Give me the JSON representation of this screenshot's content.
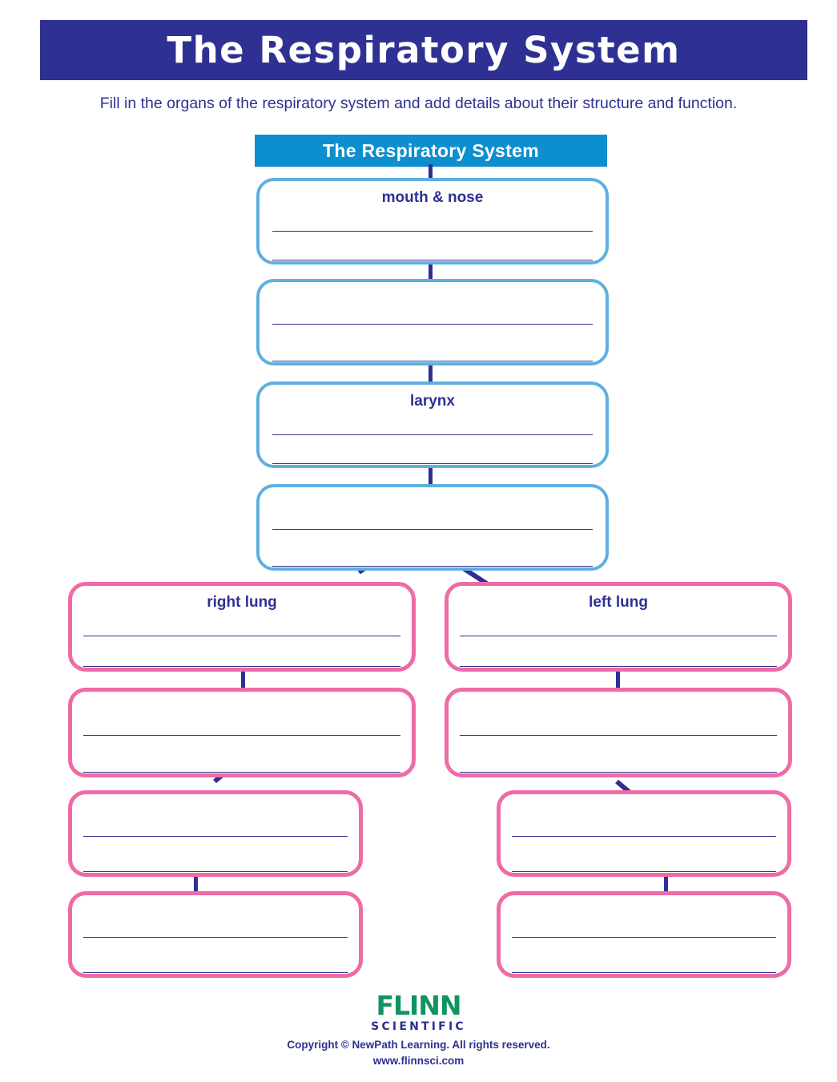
{
  "page": {
    "banner_title": "The Respiratory System",
    "instructions": "Fill in the organs of the respiratory system and add details about their structure and function.",
    "colors": {
      "banner_bg": "#2e3192",
      "chart_header_bg": "#0d8ecf",
      "blue_box_border": "#5fafe0",
      "pink_box_border": "#ef6ba5",
      "text_navy": "#2e3192",
      "logo_green": "#0f9460"
    }
  },
  "chart": {
    "root_label": "The Respiratory System",
    "nodes": [
      {
        "id": "mouth-nose",
        "label": "mouth & nose",
        "color": "blue",
        "lines": 2
      },
      {
        "id": "blue-2",
        "label": "",
        "color": "blue",
        "lines": 2
      },
      {
        "id": "larynx",
        "label": "larynx",
        "color": "blue",
        "lines": 2
      },
      {
        "id": "blue-4",
        "label": "",
        "color": "blue",
        "lines": 2
      },
      {
        "id": "right-lung",
        "label": "right lung",
        "color": "pink",
        "lines": 2
      },
      {
        "id": "left-lung",
        "label": "left lung",
        "color": "pink",
        "lines": 2
      },
      {
        "id": "right-2",
        "label": "",
        "color": "pink",
        "lines": 2
      },
      {
        "id": "left-2",
        "label": "",
        "color": "pink",
        "lines": 2
      },
      {
        "id": "right-3",
        "label": "",
        "color": "pink",
        "lines": 2
      },
      {
        "id": "left-3",
        "label": "",
        "color": "pink",
        "lines": 2
      },
      {
        "id": "right-4",
        "label": "",
        "color": "pink",
        "lines": 2
      },
      {
        "id": "left-4",
        "label": "",
        "color": "pink",
        "lines": 2
      }
    ]
  },
  "footer": {
    "logo_word": "FLINN",
    "logo_sub": "SCIENTIFIC",
    "copyright": "Copyright © NewPath Learning. All rights reserved.",
    "url": "www.flinnsci.com"
  }
}
